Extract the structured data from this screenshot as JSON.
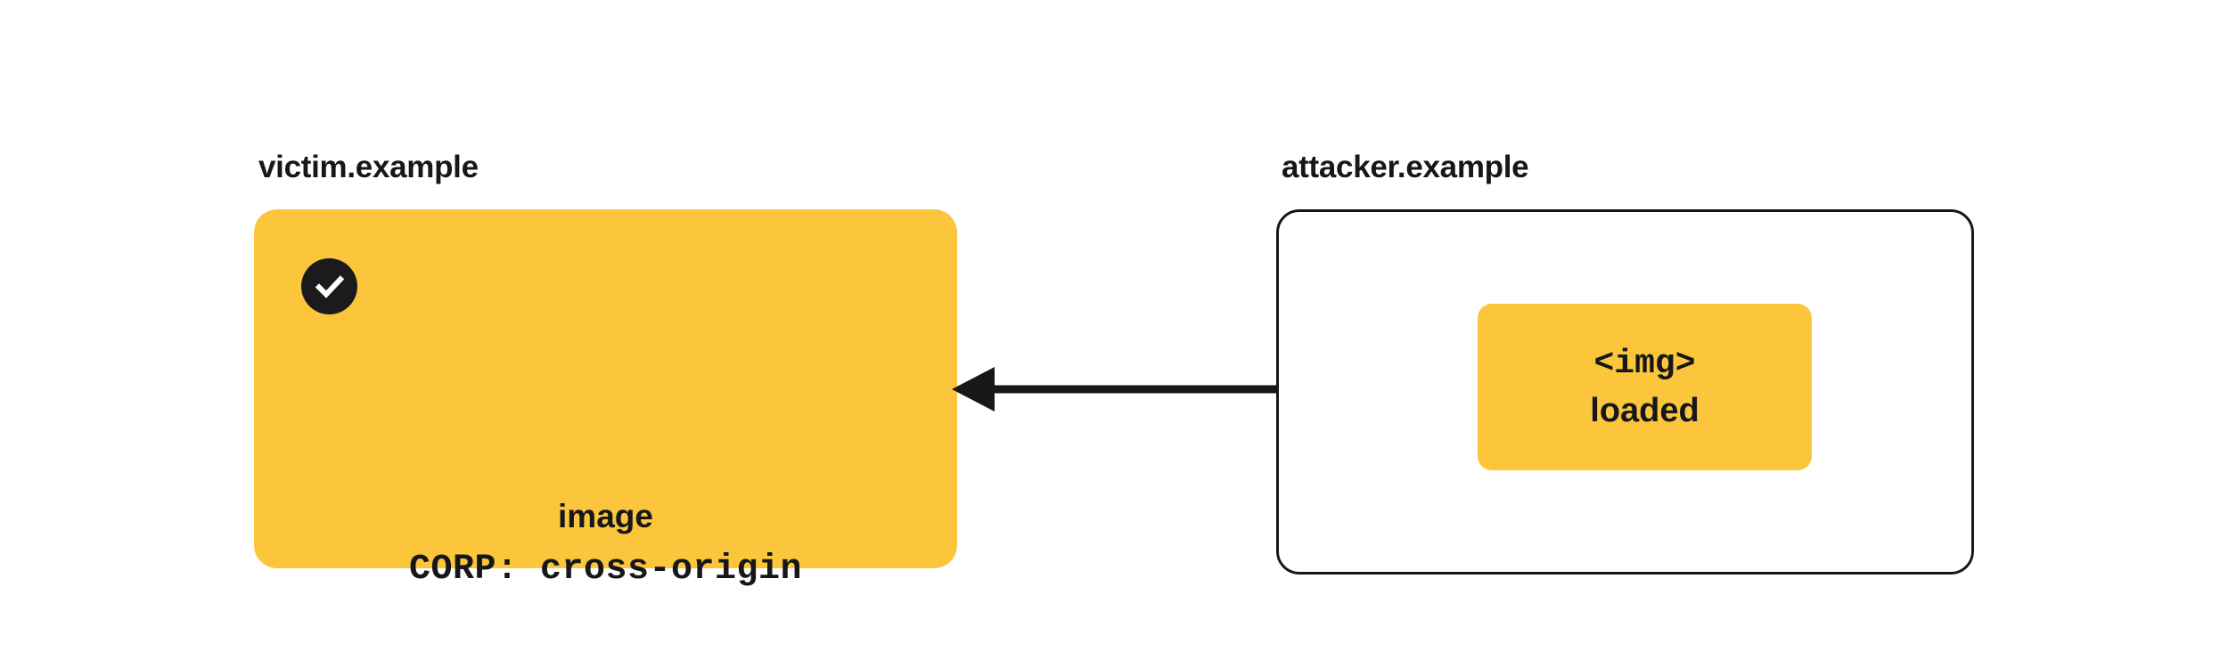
{
  "diagram": {
    "title_left": "victim.example",
    "title_right": "attacker.example",
    "colors": {
      "accent_yellow": "#fbc63b",
      "ink": "#17171a",
      "background": "#ffffff"
    },
    "victim_panel": {
      "status_icon": "check-circle-icon",
      "resource_label": "image",
      "header_line": "CORP: cross-origin"
    },
    "attacker_panel": {
      "element_tag": "<img>",
      "element_state": "loaded"
    },
    "arrow": {
      "icon": "arrow-left-icon",
      "direction": "right-to-left",
      "from": "attacker.example",
      "to": "victim.example"
    }
  }
}
